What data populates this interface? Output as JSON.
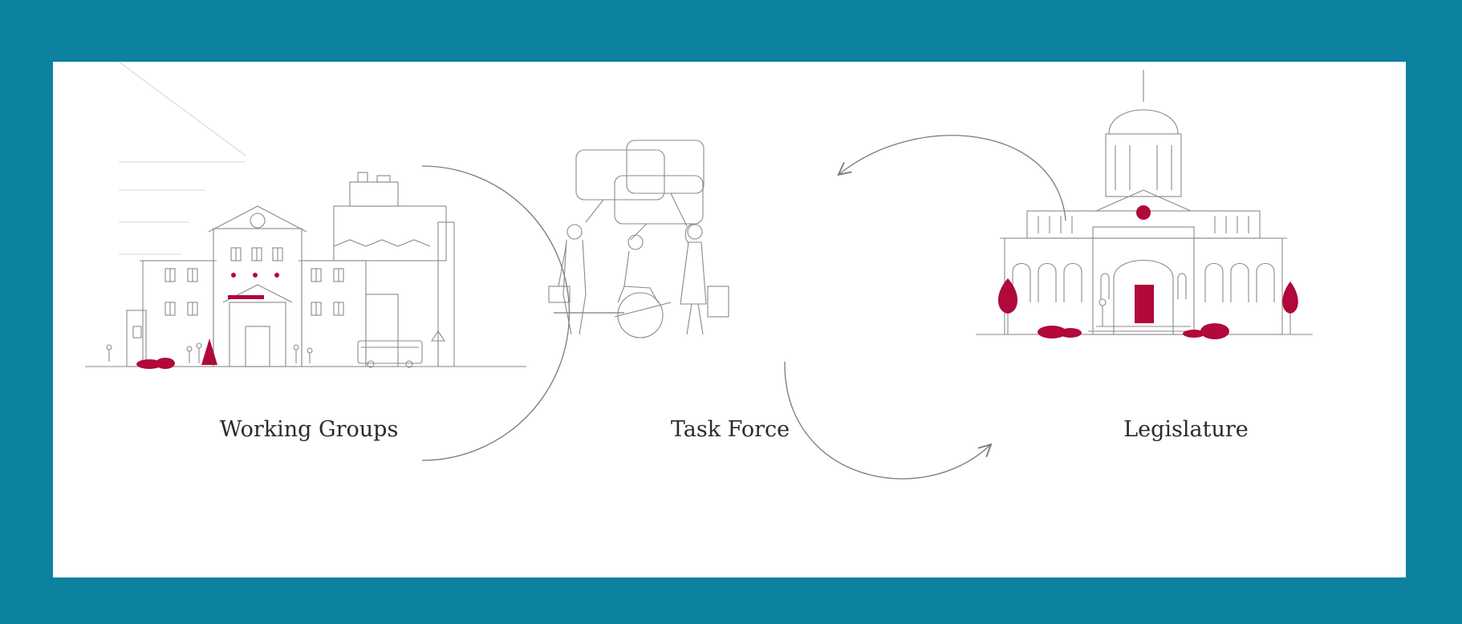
{
  "nodes": [
    {
      "id": "working-groups",
      "label": "Working Groups"
    },
    {
      "id": "task-force",
      "label": "Task Force"
    },
    {
      "id": "legislature",
      "label": "Legislature"
    }
  ],
  "edges": [
    {
      "from": "working-groups",
      "to": "task-force",
      "style": "bracket-line"
    },
    {
      "from": "task-force",
      "to": "legislature",
      "style": "curved-arrow"
    },
    {
      "from": "legislature",
      "to": "task-force",
      "style": "curved-arrow"
    }
  ],
  "colors": {
    "frame": "#0c81a0",
    "panel": "#ffffff",
    "line": "#7a7a7a",
    "accent": "#b0093a",
    "text": "#2b2b2b"
  }
}
